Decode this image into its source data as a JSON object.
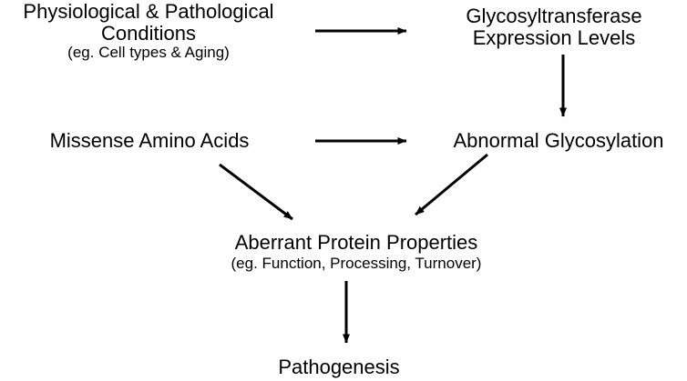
{
  "diagram": {
    "nodes": {
      "conditions": {
        "line1": "Physiological & Pathological",
        "line2": "Conditions",
        "sub": "(eg. Cell types & Aging)"
      },
      "expression": {
        "line1": "Glycosyltransferase",
        "line2": "Expression Levels"
      },
      "missense": {
        "label": "Missense Amino Acids"
      },
      "abnormal": {
        "label": "Abnormal Glycosylation"
      },
      "aberrant": {
        "label": "Aberrant Protein Properties",
        "sub": "(eg. Function, Processing, Turnover)"
      },
      "pathogenesis": {
        "label": "Pathogenesis"
      }
    },
    "edges": [
      {
        "from": "conditions",
        "to": "expression"
      },
      {
        "from": "expression",
        "to": "abnormal"
      },
      {
        "from": "missense",
        "to": "abnormal"
      },
      {
        "from": "missense",
        "to": "aberrant"
      },
      {
        "from": "abnormal",
        "to": "aberrant"
      },
      {
        "from": "aberrant",
        "to": "pathogenesis"
      }
    ]
  }
}
